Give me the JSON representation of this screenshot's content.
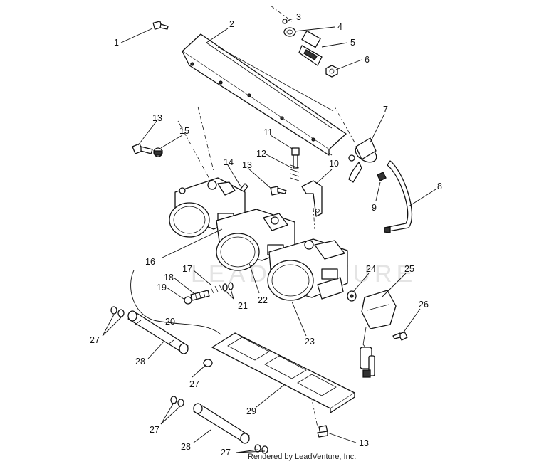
{
  "watermark": "LEADVENTURE",
  "credit": "Rendered by LeadVenture, Inc.",
  "callouts": [
    "1",
    "2",
    "3",
    "4",
    "5",
    "6",
    "7",
    "8",
    "9",
    "10",
    "11",
    "12",
    "13",
    "13",
    "13",
    "14",
    "15",
    "16",
    "17",
    "18",
    "19",
    "20",
    "21",
    "22",
    "23",
    "24",
    "25",
    "26",
    "27",
    "27",
    "27",
    "27",
    "28",
    "28",
    "29"
  ]
}
